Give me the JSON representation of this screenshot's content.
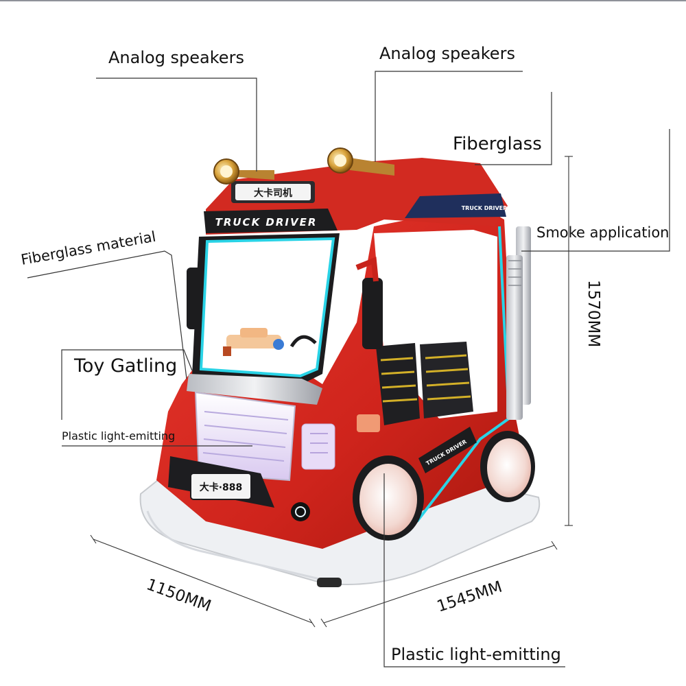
{
  "labels": {
    "speaker_left": "Analog speakers",
    "speaker_right": "Analog speakers",
    "fiberglass": "Fiberglass",
    "smoke": "Smoke application",
    "fiberglass_material": "Fiberglass material",
    "toy_gatling": "Toy Gatling",
    "plastic_front": "Plastic light-emitting",
    "plastic_bottom": "Plastic light-emitting"
  },
  "dimensions": {
    "width": "1150MM",
    "length": "1545MM",
    "height": "1570MM"
  },
  "vehicle": {
    "roof_sign": "TRUCK DRIVER",
    "roof_plate": "大卡司机",
    "side_logo_roof": "TRUCK DRIVER",
    "side_logo_body": "TRUCK DRIVER",
    "license_plate": "大卡·888"
  },
  "colors": {
    "body_red": "#d62b22",
    "glow_cyan": "#29d3e6",
    "bumper_white": "#eef0f3"
  }
}
